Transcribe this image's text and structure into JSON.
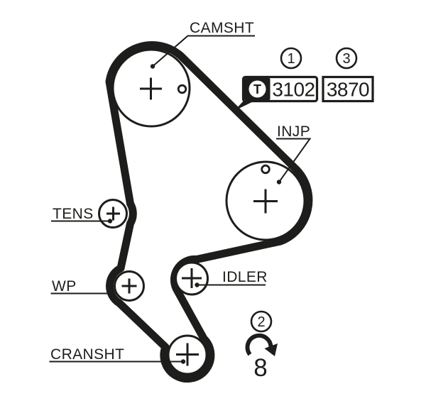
{
  "diagram": {
    "colors": {
      "ink": "#1d1d1b",
      "background": "#ffffff"
    },
    "pulleys": {
      "camshaft": {
        "label": "CAMSHT"
      },
      "injection_pump": {
        "label": "INJP"
      },
      "tensioner": {
        "label": "TENS"
      },
      "water_pump": {
        "label": "WP"
      },
      "idler": {
        "label": "IDLER"
      },
      "crankshaft": {
        "label": "CRANSHT"
      }
    },
    "part_badges": {
      "belt": {
        "ref_number": "1",
        "code": "3102",
        "icon_letter": "T"
      },
      "kit": {
        "ref_number": "3",
        "code": "3870"
      }
    },
    "rotation_note": {
      "ref_number": "2",
      "tooth_count": "8"
    }
  }
}
